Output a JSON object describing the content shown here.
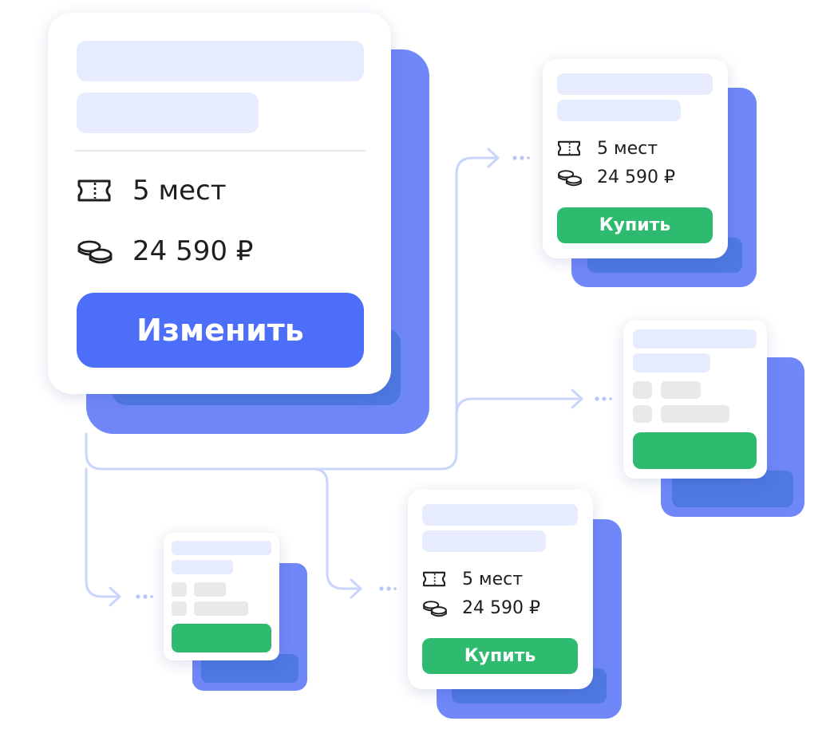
{
  "main_card": {
    "seats": "5 мест",
    "price": "24 590 ₽",
    "button": "Изменить"
  },
  "top_right_card": {
    "seats": "5 мест",
    "price": "24 590 ₽",
    "button": "Купить"
  },
  "bottom_center_card": {
    "seats": "5 мест",
    "price": "24 590 ₽",
    "button": "Купить"
  },
  "colors": {
    "primary": "#4c6ef8",
    "stack_back": "#6f87f8",
    "stack_inner": "#4f79e2",
    "buy": "#2fbb6f",
    "placeholder": "#e6ebfd",
    "placeholder_gray": "#e9e9e9",
    "connector": "#c9d5fa"
  },
  "icons": {
    "seats": "ticket-icon",
    "price": "coins-icon"
  }
}
